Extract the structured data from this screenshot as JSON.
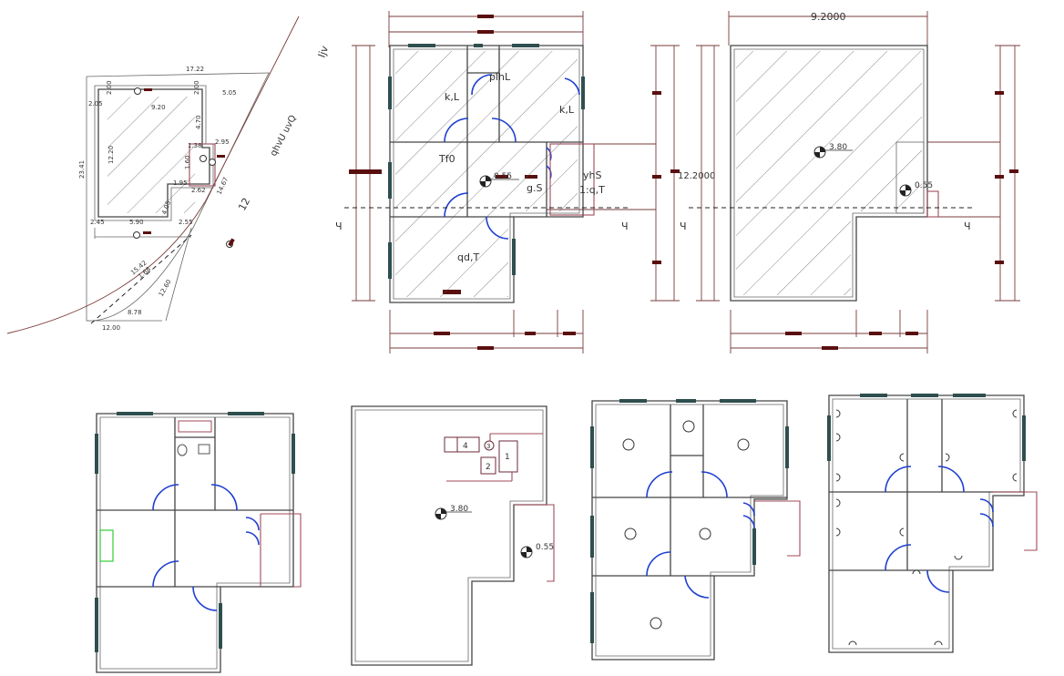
{
  "site_plan": {
    "dims": [
      "17.22",
      "2.00",
      "2.00",
      "5.05",
      "2.05",
      "9.20",
      "4.70",
      "12.20",
      "23.41",
      "1.38",
      "2.95",
      "1.60",
      "1.95",
      "2.62",
      "14.67",
      "4.05",
      "2.45",
      "5.90",
      "2.55",
      "15.42",
      "1.68",
      "8.78",
      "12.60",
      "12.00"
    ],
    "road_text": "qhvU uvQ",
    "road_number": "12",
    "north_text": "Ijv"
  },
  "ground_floor": {
    "rooms": [
      "k,L",
      "plhL",
      "k,L",
      "Tf0",
      "yhS",
      "g.S",
      "1:q,T",
      "qd,T"
    ],
    "level": "0.55"
  },
  "roof_plan": {
    "width_dim": "9.2000",
    "height_dim": "12.2000",
    "level_roof": "3.80",
    "level_stair": "0.55"
  },
  "section_marker": "Ч",
  "water_tank_plan": {
    "tanks": [
      "4",
      "3",
      "1",
      "2"
    ],
    "level_roof": "3.80",
    "level_stair": "0.55"
  }
}
